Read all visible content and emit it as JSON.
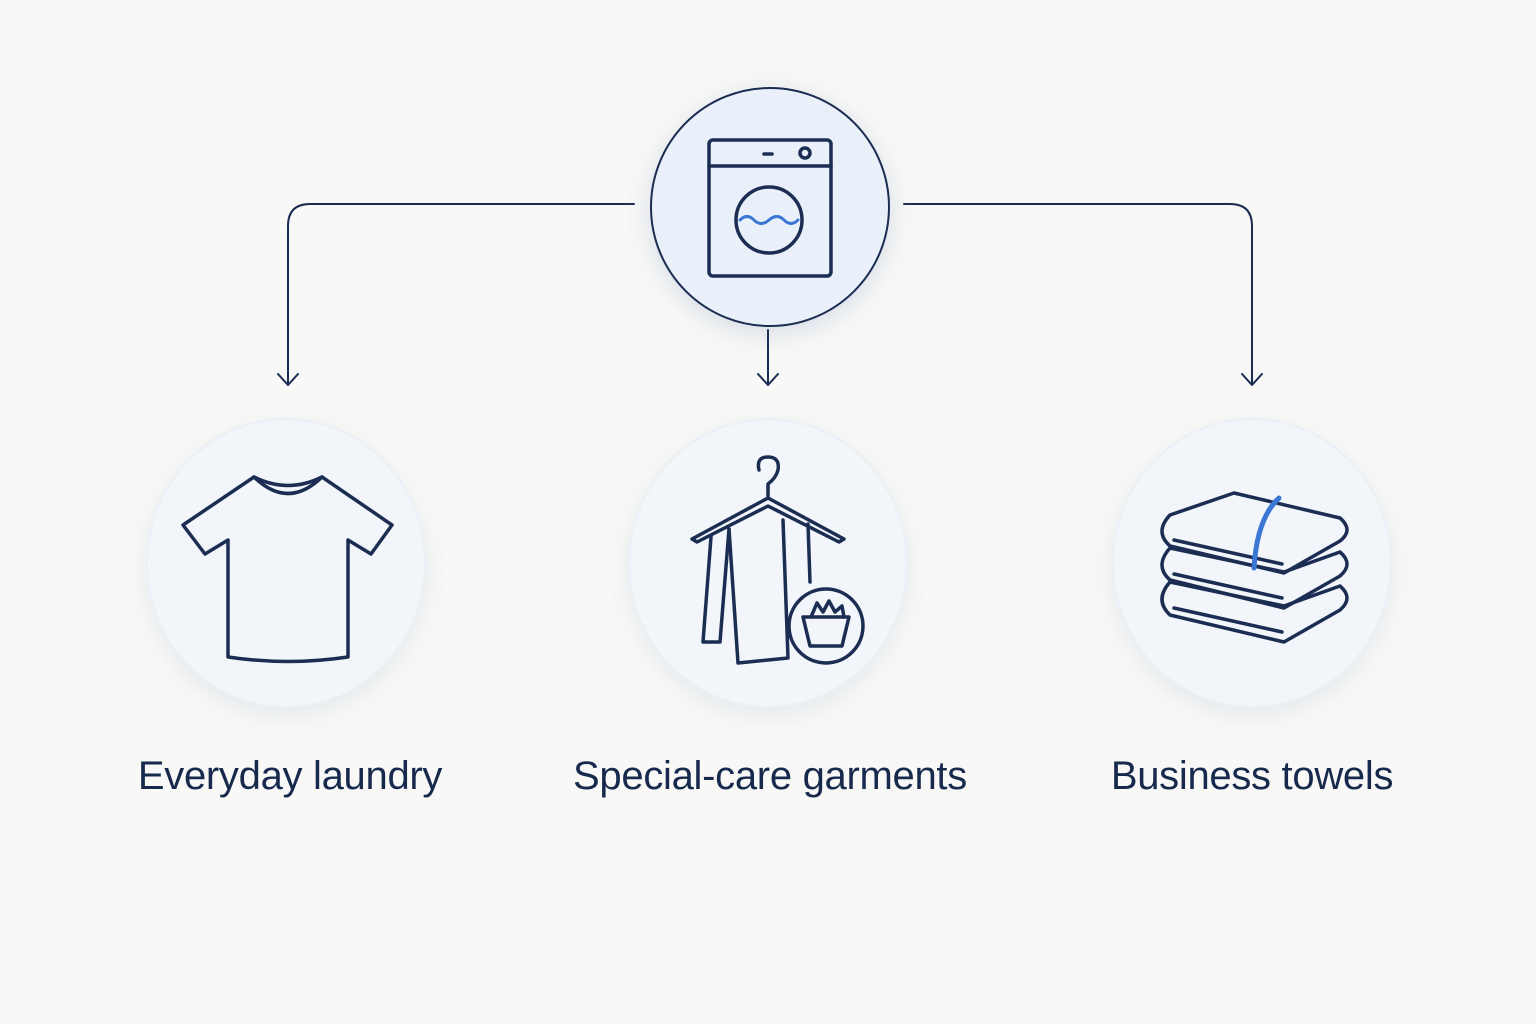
{
  "colors": {
    "background": "#f8f8f6",
    "line": "#1b2d52",
    "accent": "#3b78d4",
    "hub_fill": "#e9f0f9",
    "card_fill": "#f2f5f9",
    "text": "#172a4d"
  },
  "hub": {
    "icon": "washing-machine-icon"
  },
  "categories": [
    {
      "label": "Everyday laundry",
      "icon": "t-shirt-icon"
    },
    {
      "label": "Special-care garments",
      "icon": "hanger-handwash-icon"
    },
    {
      "label": "Business towels",
      "icon": "folded-towels-icon"
    }
  ]
}
